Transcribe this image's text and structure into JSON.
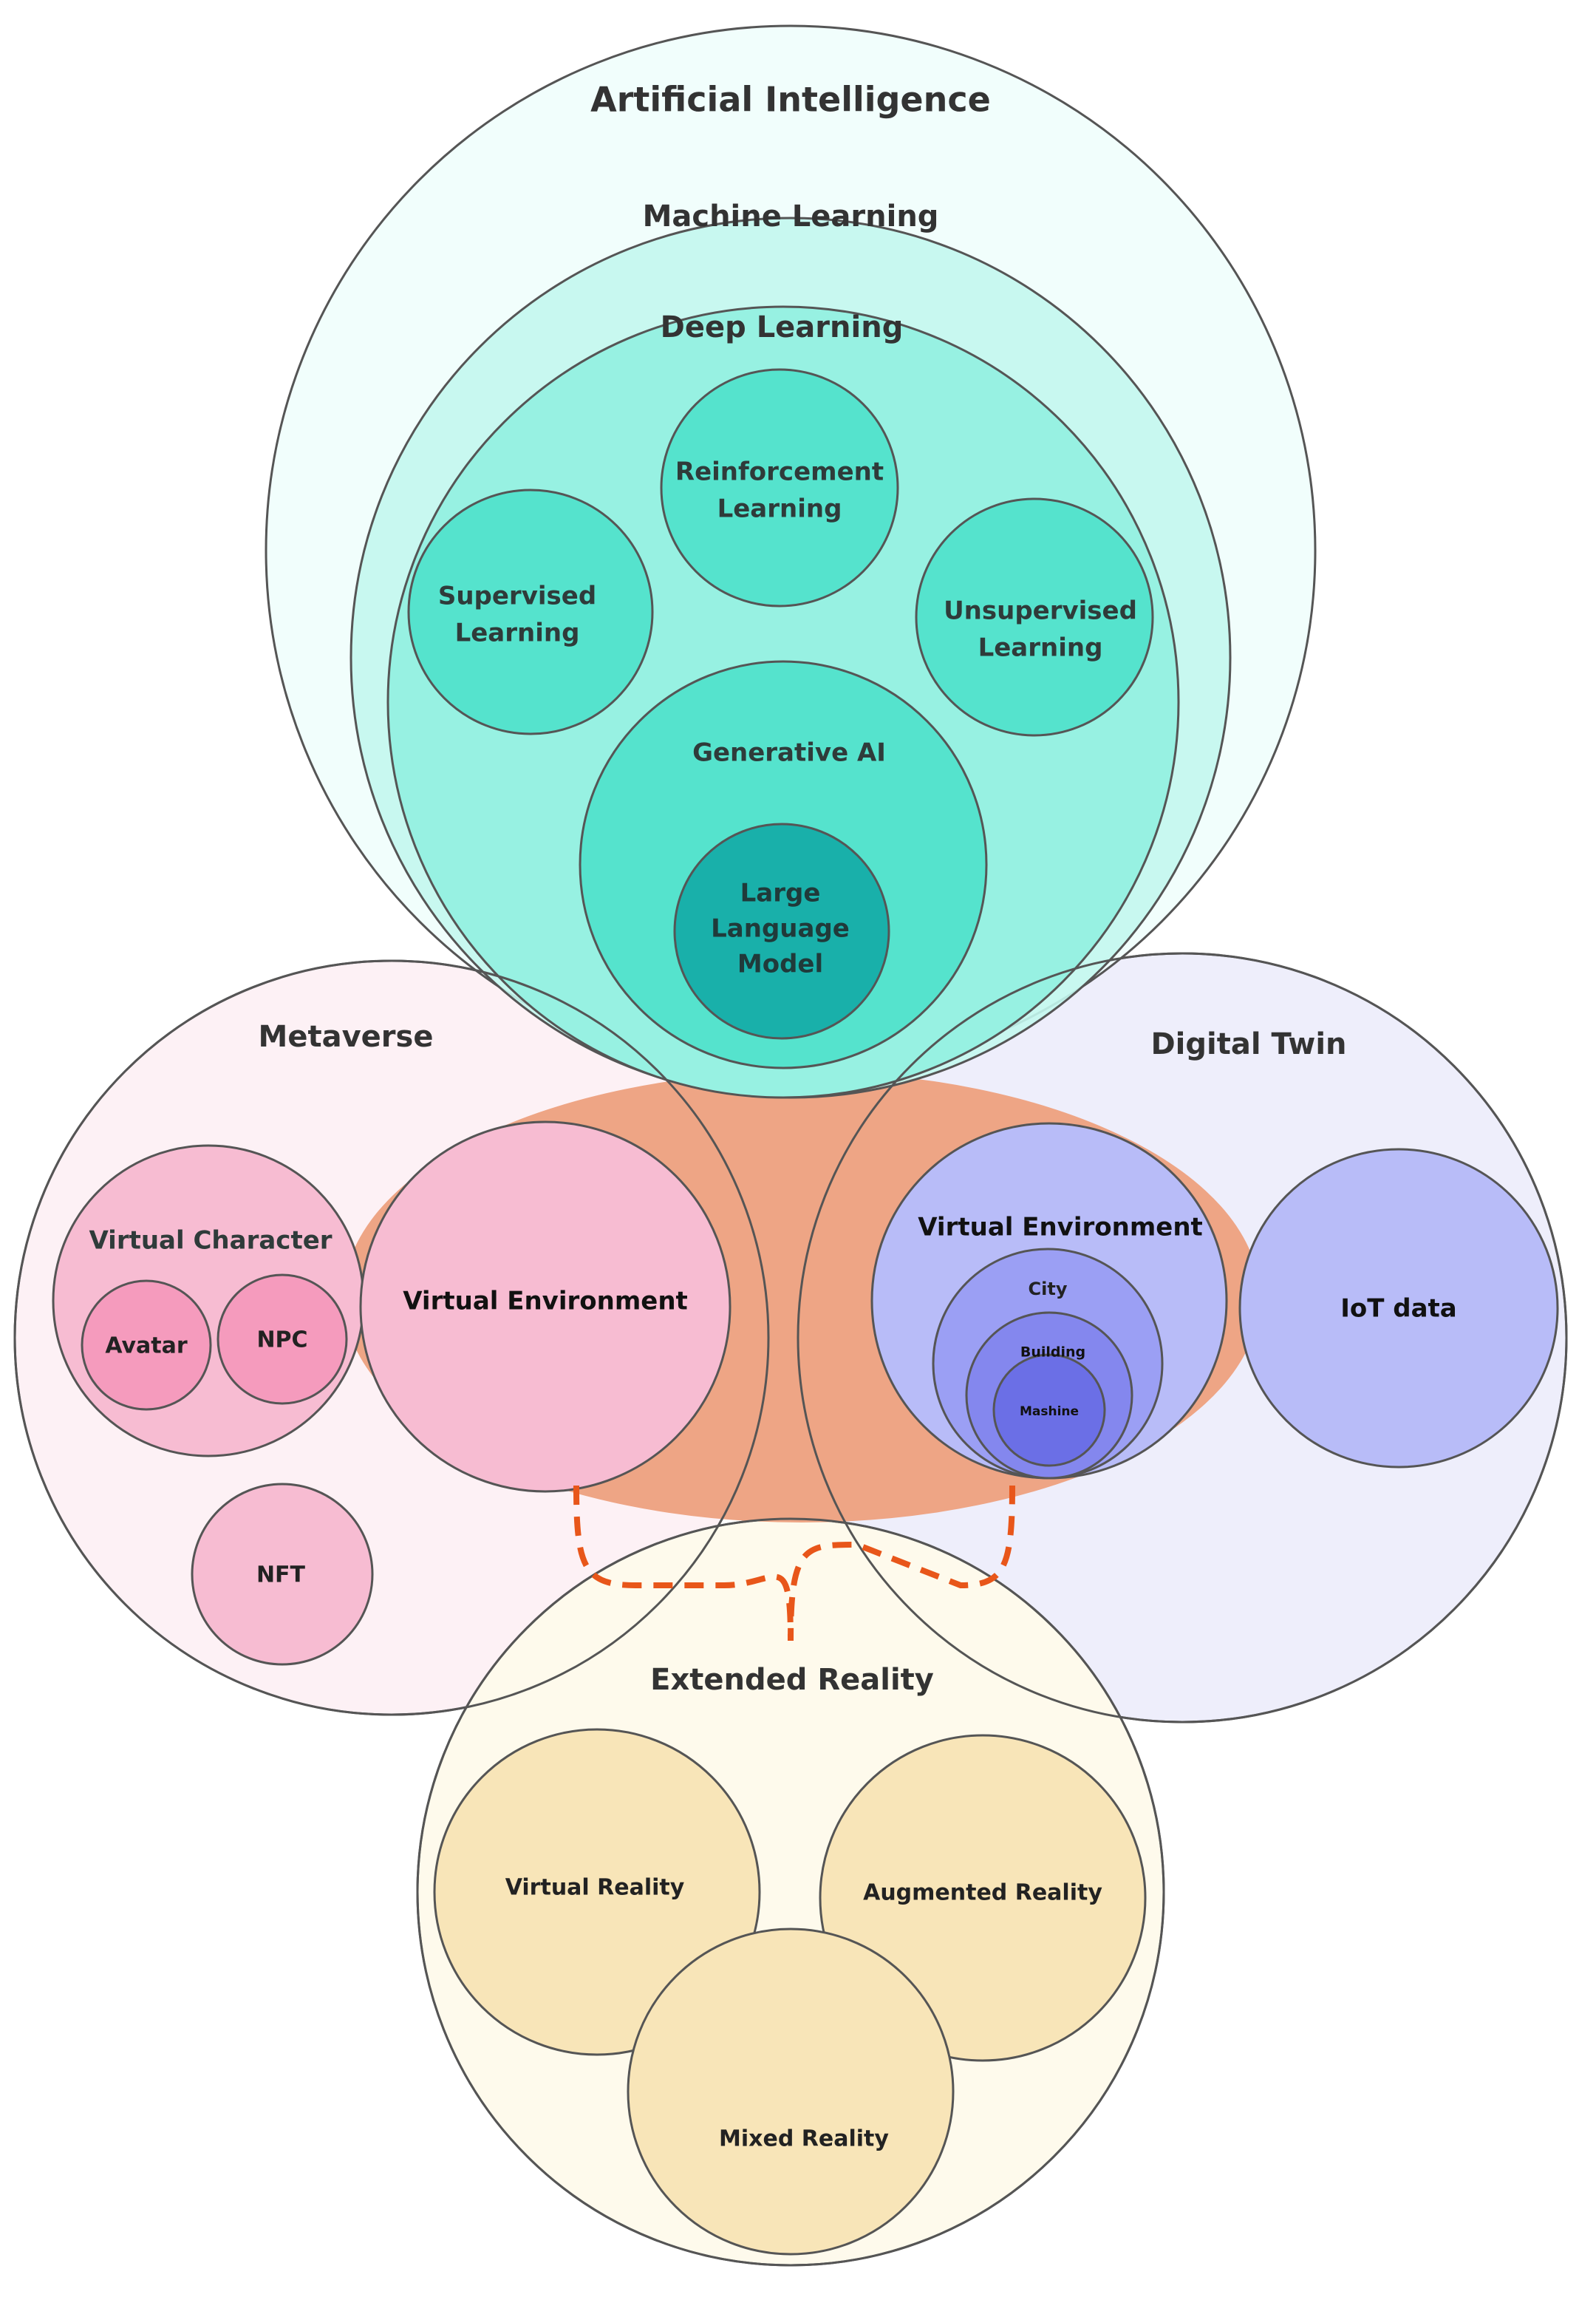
{
  "ai": {
    "title": "Artificial Intelligence",
    "machine_learning": "Machine Learning",
    "deep_learning": "Deep Learning",
    "reinforcement": [
      "Reinforcement",
      "Learning"
    ],
    "supervised": [
      "Supervised",
      "Learning"
    ],
    "unsupervised": [
      "Unsupervised",
      "Learning"
    ],
    "generative": "Generative AI",
    "llm": [
      "Large",
      "Language",
      "Model"
    ]
  },
  "metaverse": {
    "title": "Metaverse",
    "virtual_character": "Virtual Character",
    "avatar": "Avatar",
    "npc": "NPC",
    "nft": "NFT",
    "virtual_environment": "Virtual Environment"
  },
  "digital_twin": {
    "title": "Digital Twin",
    "virtual_environment": "Virtual Environment",
    "city": "City",
    "building": "Building",
    "machine": "Mashine",
    "iot": "IoT data"
  },
  "xr": {
    "title": "Extended Reality",
    "vr": "Virtual Reality",
    "ar": "Augmented Reality",
    "mr": "Mixed Reality"
  },
  "colors": {
    "ai_outer": "#effefc",
    "machine_learning": "#c3f7ee",
    "deep_learning": "#97f1e2",
    "dl_children": "#55e3cd",
    "llm": "#19b0aa",
    "metaverse_bg": "#fdf1f5",
    "metaverse_child": "#f7bcd2",
    "metaverse_avatar": "#f59bbd",
    "digital_twin_bg": "#eeeefb",
    "dt_ve": "#b8bcf8",
    "dt_city": "#9b9ff4",
    "dt_building": "#8487ee",
    "dt_machine": "#6b6fe6",
    "xr_bg": "#fefaec",
    "xr_child": "#f8e5b8",
    "overlap_ellipse": "#eea585",
    "overlap_core": "#f25c1a",
    "dashed_connector": "#e8561a"
  }
}
